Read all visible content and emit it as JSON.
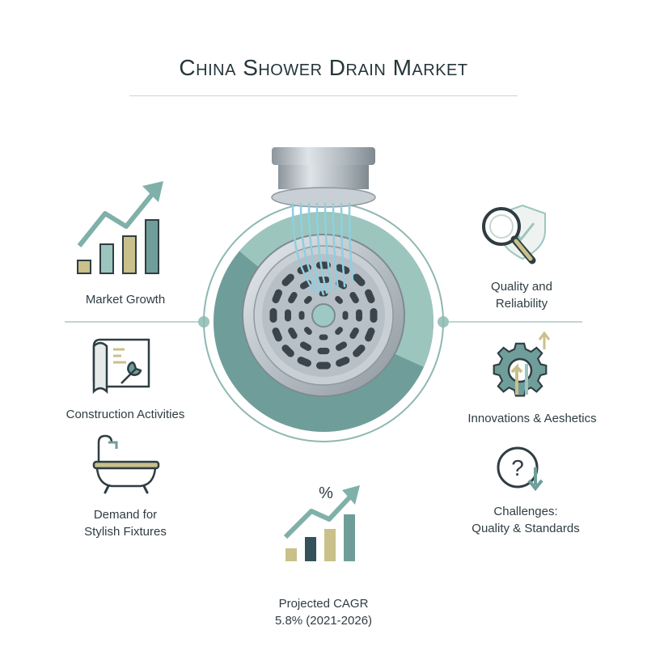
{
  "title": "China Shower Drain Market",
  "factors": {
    "market_growth": "Market Growth",
    "construction": "Construction Activities",
    "demand_line1": "Demand for",
    "demand_line2": "Stylish Fixtures",
    "quality_line1": "Quality and",
    "quality_line2": "Reliability",
    "innovations": "Innovations & Aeshetics",
    "challenges_line1": "Challenges:",
    "challenges_line2": "Quality & Standards",
    "cagr_line1": "Projected CAGR",
    "cagr_line2": "5.8% (2021-2026)",
    "cagr_symbol": "%",
    "question_symbol": "?"
  },
  "colors": {
    "teal_dark": "#6f9e9a",
    "teal_light": "#9cc5be",
    "navy": "#35515a",
    "olive": "#c9c08a",
    "steel": "#a9b2b8",
    "water": "#8ecfe0"
  }
}
